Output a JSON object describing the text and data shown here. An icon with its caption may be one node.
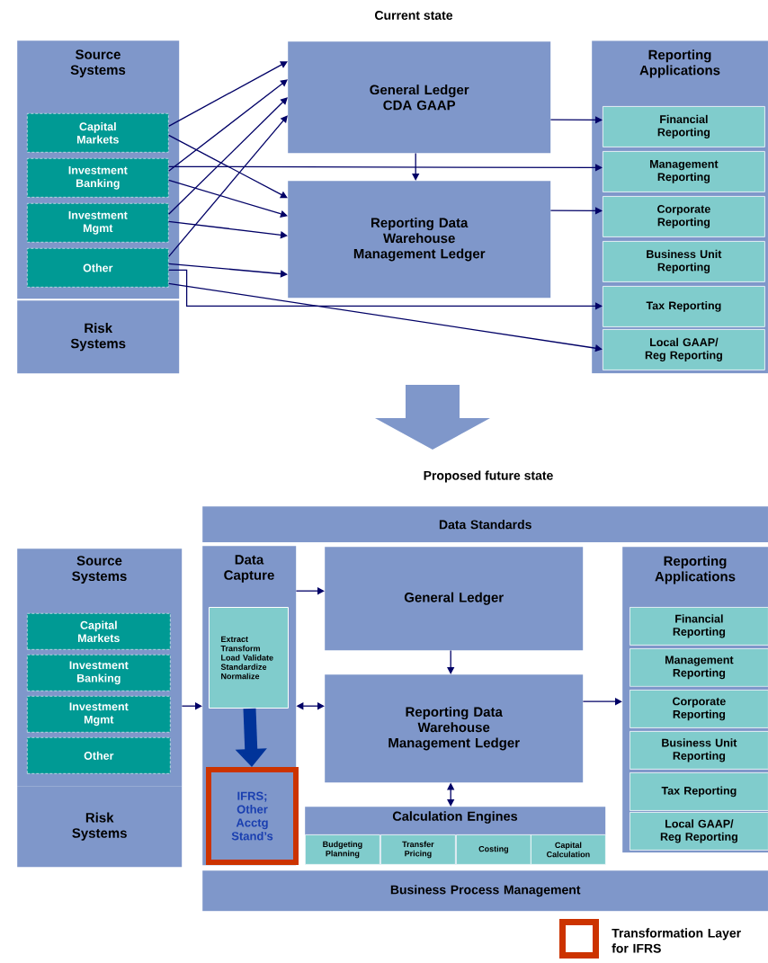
{
  "diagram": {
    "nodes": [
      {
        "text": [
          "Source Systems"
        ]
      },
      {
        "text": [
          "Capital Markets"
        ],
        "in": 0
      },
      {
        "text": [
          "Investment Banking"
        ],
        "in": 0
      },
      {
        "text": [
          "Investment Mgmt"
        ],
        "in": 0
      },
      {
        "text": [
          "Other"
        ],
        "in": 0
      },
      {
        "text": [
          "Risk Systems"
        ]
      },
      {
        "text": [
          "General Ledger CDA GAAP"
        ]
      },
      {
        "text": [
          "Reporting Data Warehouse Management Ledger"
        ]
      },
      {
        "text": [
          "Reporting Applications"
        ]
      },
      {
        "text": [
          "Financial Reporting"
        ],
        "in": 8
      },
      {
        "text": [
          "Management Reporting"
        ],
        "in": 8
      },
      {
        "text": [
          "Corporate Reporting"
        ],
        "in": 8
      },
      {
        "text": [
          "Business Unit Reporting"
        ],
        "in": 8
      },
      {
        "text": [
          "Tax Reporting"
        ],
        "in": 8
      },
      {
        "text": [
          "Local GAAP/ Reg Reporting"
        ],
        "in": 8
      },
      {
        "text": [
          "Data Standards"
        ]
      },
      {
        "text": [
          "Source Systems"
        ]
      },
      {
        "text": [
          "Capital Markets"
        ],
        "in": 16
      },
      {
        "text": [
          "Investment Banking"
        ],
        "in": 16
      },
      {
        "text": [
          "Investment Mgmt"
        ],
        "in": 16
      },
      {
        "text": [
          "Other"
        ],
        "in": 16
      },
      {
        "text": [
          "Risk Systems"
        ]
      },
      {
        "text": [
          "Data Capture"
        ]
      },
      {
        "text": [
          "Extract Transform Load Validate Standardize Normalize"
        ],
        "in": 22
      },
      {
        "text": [
          "IFRS; Other Acctg Stand’s"
        ],
        "in": 22
      },
      {
        "text": [
          "General Ledger"
        ]
      },
      {
        "text": [
          "Reporting Data Warehouse Management Ledger"
        ]
      },
      {
        "text": [
          "Calculation Engines"
        ]
      },
      {
        "text": [
          "Budgeting Planning"
        ],
        "in": 27
      },
      {
        "text": [
          "Transfer Pricing"
        ],
        "in": 27
      },
      {
        "text": [
          "Costing"
        ],
        "in": 27
      },
      {
        "text": [
          "Capital Calculation"
        ],
        "in": 27
      },
      {
        "text": [
          "Reporting Applications"
        ]
      },
      {
        "text": [
          "Financial Reporting"
        ],
        "in": 32
      },
      {
        "text": [
          "Management Reporting"
        ],
        "in": 32
      },
      {
        "text": [
          "Corporate Reporting"
        ],
        "in": 32
      },
      {
        "text": [
          "Business Unit Reporting"
        ],
        "in": 32
      },
      {
        "text": [
          "Tax Reporting"
        ],
        "in": 32
      },
      {
        "text": [
          "Local GAAP/ Reg Reporting"
        ],
        "in": 32
      },
      {
        "text": [
          "Business Process Management"
        ]
      }
    ],
    "edges": [
      {
        "from": 1,
        "to": 6,
        "arrow": "to"
      },
      {
        "from": 1,
        "to": 7,
        "arrow": "to"
      },
      {
        "from": 2,
        "to": 6,
        "arrow": "to"
      },
      {
        "from": 2,
        "to": 7,
        "arrow": "to"
      },
      {
        "from": 3,
        "to": 6,
        "arrow": "to"
      },
      {
        "from": 3,
        "to": 7,
        "arrow": "to"
      },
      {
        "from": 4,
        "to": 6,
        "arrow": "to"
      },
      {
        "from": 4,
        "to": 7,
        "arrow": "to"
      },
      {
        "from": 2,
        "to": 10,
        "arrow": "to"
      },
      {
        "from": 4,
        "to": 13,
        "arrow": "to"
      },
      {
        "from": 4,
        "to": 14,
        "arrow": "to"
      },
      {
        "from": 6,
        "to": 7,
        "arrow": "to"
      },
      {
        "from": 6,
        "to": 9,
        "arrow": "to"
      },
      {
        "from": 7,
        "to": 11,
        "arrow": "to"
      },
      {
        "from": 16,
        "to": 22,
        "arrow": "to"
      },
      {
        "from": 22,
        "to": 25,
        "arrow": "to"
      },
      {
        "from": 25,
        "to": 26,
        "arrow": "to"
      },
      {
        "from": 26,
        "to": 22,
        "arrow": "both"
      },
      {
        "from": 26,
        "to": 27,
        "arrow": "both"
      },
      {
        "from": 26,
        "to": 32,
        "arrow": "to"
      },
      {
        "from": 23,
        "to": 24,
        "arrow": "to",
        "style": "thick",
        "color": "#003399"
      }
    ],
    "labels": [
      "Current state",
      "Proposed future state"
    ],
    "legend": [
      {
        "text": "Transformation Layer for IFRS"
      }
    ]
  }
}
